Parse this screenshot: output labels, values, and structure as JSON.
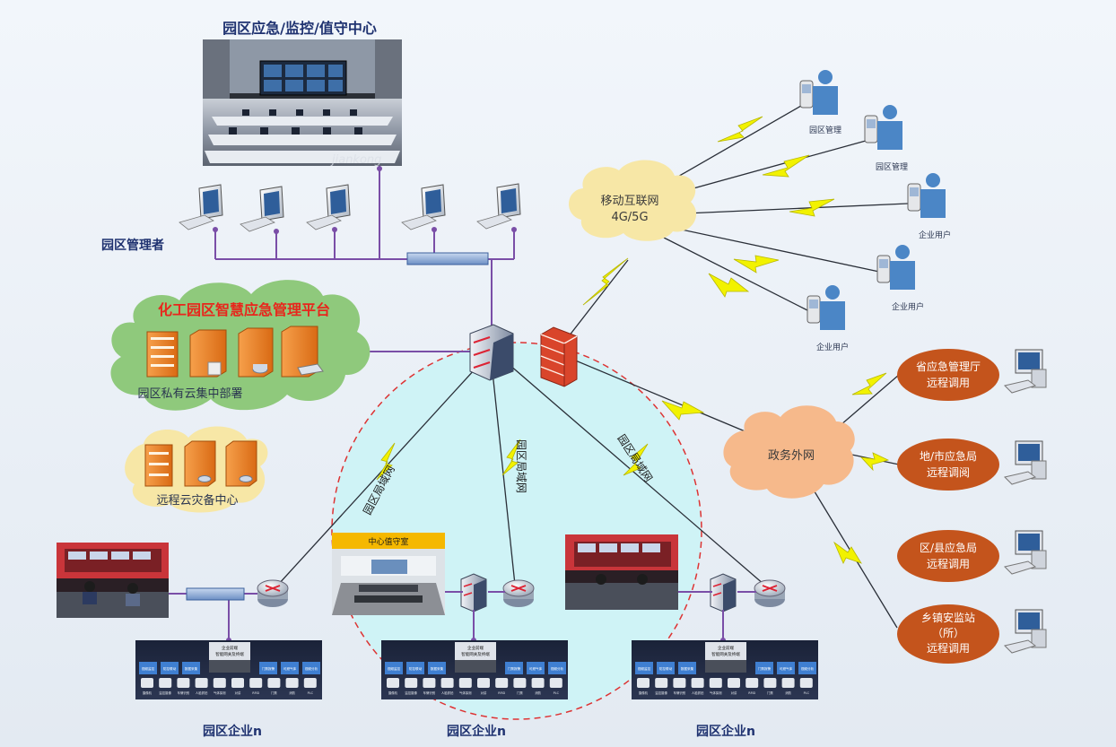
{
  "title_center": "园区应急/监控/值守中心",
  "monitor_watermark": "jiankong",
  "managers_label": "园区管理者",
  "platform_title": "化工园区智慧应急管理平台",
  "private_cloud_label": "园区私有云集中部署",
  "backup_cloud_label": "远程云灾备中心",
  "mobile_cloud": {
    "line1": "移动互联网",
    "line2": "4G/5G"
  },
  "gov_cloud": "政务外网",
  "phone_users": [
    "园区管理",
    "园区管理",
    "企业用户",
    "企业用户",
    "企业用户"
  ],
  "lan_labels": [
    "园区局域网",
    "园区局域网",
    "园区局域网"
  ],
  "center_duty_label": "中心值守室",
  "enterprise_label": "园区企业n",
  "agencies": [
    {
      "line1": "省应急管理厅",
      "line2": "远程调用"
    },
    {
      "line1": "地/市应急局",
      "line2": "远程调阅"
    },
    {
      "line1": "区/县应急局",
      "line2": "远程调用"
    },
    {
      "line1": "乡镇安监站",
      "line2": "（所）",
      "line3": "远程调用"
    }
  ],
  "panel": {
    "title_line1": "企业前端",
    "title_line2": "智能网关及终端",
    "tabs": [
      "视频监控",
      "防控联动",
      "数据采集",
      "门禁报警",
      "可燃气体",
      "视频分析"
    ],
    "icons": [
      "摄像机",
      "监控摄像",
      "车牌识别",
      "人脸抓拍",
      "气体探测",
      "对讲",
      "RFID",
      "门禁",
      "消防",
      "PLC"
    ]
  },
  "colors": {
    "title_navy": "#1f3270",
    "platform_red": "#e8261c",
    "cloud_green": "#8fc97c",
    "cloud_orange": "#f6b98b",
    "cloud_yellow": "#f7e7a6",
    "agency_brown": "#c4541c",
    "lan_cyan": "#cff3f6",
    "line_purple": "#7a4ea7",
    "bolt_yellow": "#f2f200"
  }
}
